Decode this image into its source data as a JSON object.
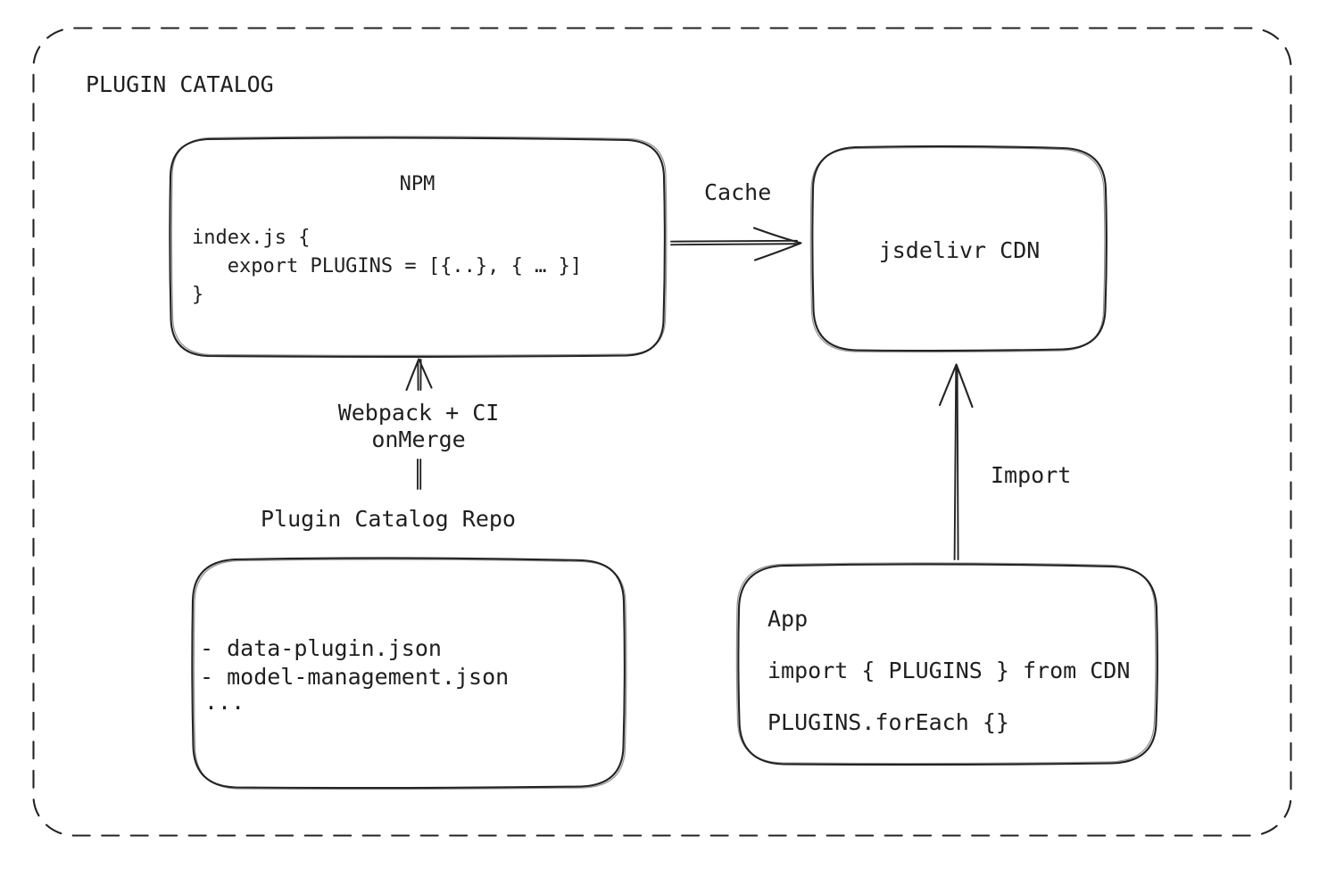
{
  "diagram": {
    "title": "PLUGIN CATALOG",
    "nodes": {
      "npm": {
        "title": "NPM",
        "code": [
          "index.js {",
          "   export PLUGINS = [{..}, { … }]",
          "}"
        ]
      },
      "cdn": {
        "label": "jsdelivr CDN"
      },
      "repo": {
        "label": "Plugin Catalog Repo",
        "files": [
          "- data-plugin.json",
          "- model-management.json",
          "..."
        ]
      },
      "app": {
        "title": "App",
        "code": [
          "import { PLUGINS } from CDN",
          "PLUGINS.forEach {}"
        ]
      }
    },
    "edges": {
      "cache": {
        "label": "Cache"
      },
      "build": {
        "line1": "Webpack + CI",
        "line2": "onMerge"
      },
      "import": {
        "label": "Import"
      }
    },
    "colors": {
      "ink": "#232323",
      "text": "#1f1f1f",
      "background": "#ffffff"
    }
  }
}
